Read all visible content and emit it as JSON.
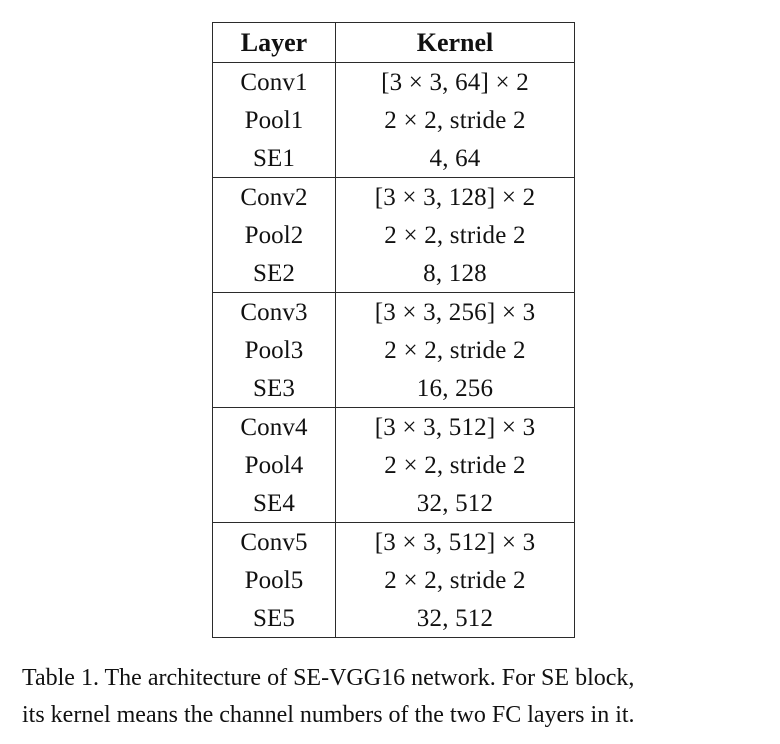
{
  "table": {
    "columns": [
      "Layer",
      "Kernel"
    ],
    "groups": [
      {
        "rows": [
          {
            "layer": "Conv1",
            "kernel": "[3 × 3, 64] × 2"
          },
          {
            "layer": "Pool1",
            "kernel": "2 × 2, stride 2"
          },
          {
            "layer": "SE1",
            "kernel": "4, 64"
          }
        ]
      },
      {
        "rows": [
          {
            "layer": "Conv2",
            "kernel": "[3 × 3, 128] × 2"
          },
          {
            "layer": "Pool2",
            "kernel": "2 × 2, stride 2"
          },
          {
            "layer": "SE2",
            "kernel": "8, 128"
          }
        ]
      },
      {
        "rows": [
          {
            "layer": "Conv3",
            "kernel": "[3 × 3, 256] × 3"
          },
          {
            "layer": "Pool3",
            "kernel": "2 × 2, stride 2"
          },
          {
            "layer": "SE3",
            "kernel": "16, 256"
          }
        ]
      },
      {
        "rows": [
          {
            "layer": "Conv4",
            "kernel": "[3 × 3, 512] × 3"
          },
          {
            "layer": "Pool4",
            "kernel": "2 × 2, stride 2"
          },
          {
            "layer": "SE4",
            "kernel": "32, 512"
          }
        ]
      },
      {
        "rows": [
          {
            "layer": "Conv5",
            "kernel": "[3 × 3, 512] × 3"
          },
          {
            "layer": "Pool5",
            "kernel": "2 × 2, stride 2"
          },
          {
            "layer": "SE5",
            "kernel": "32, 512"
          }
        ]
      }
    ]
  },
  "caption": {
    "line1": "Table 1. The architecture of SE-VGG16 network.  For SE block,",
    "line2": "its kernel means the channel numbers of the two FC layers in it."
  },
  "colors": {
    "background": "#ffffff",
    "text": "#111111",
    "rule": "#2b2b2b"
  }
}
